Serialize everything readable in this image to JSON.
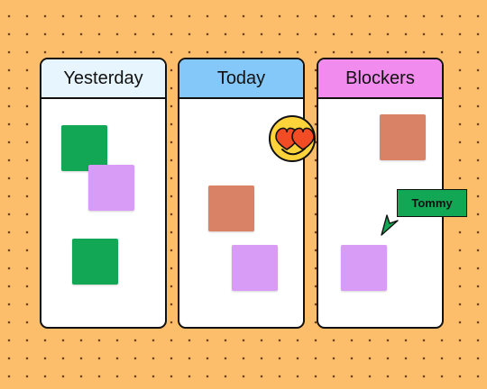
{
  "columns": [
    {
      "title": "Yesterday",
      "header_color": "#E6F5FE"
    },
    {
      "title": "Today",
      "header_color": "#84C8F9"
    },
    {
      "title": "Blockers",
      "header_color": "#F28BEE"
    }
  ],
  "stickies": {
    "yesterday": [
      "green",
      "lilac",
      "green"
    ],
    "today": [
      "salmon",
      "lilac"
    ],
    "blockers": [
      "salmon",
      "lilac"
    ]
  },
  "colors": {
    "background": "#FDBE6B",
    "green": "#12A755",
    "lilac": "#D89BF6",
    "salmon": "#D98265"
  },
  "reaction": {
    "icon": "heart-eyes-emoji-icon"
  },
  "collaborator": {
    "name": "Tommy",
    "cursor_icon": "cursor-arrow-icon"
  }
}
